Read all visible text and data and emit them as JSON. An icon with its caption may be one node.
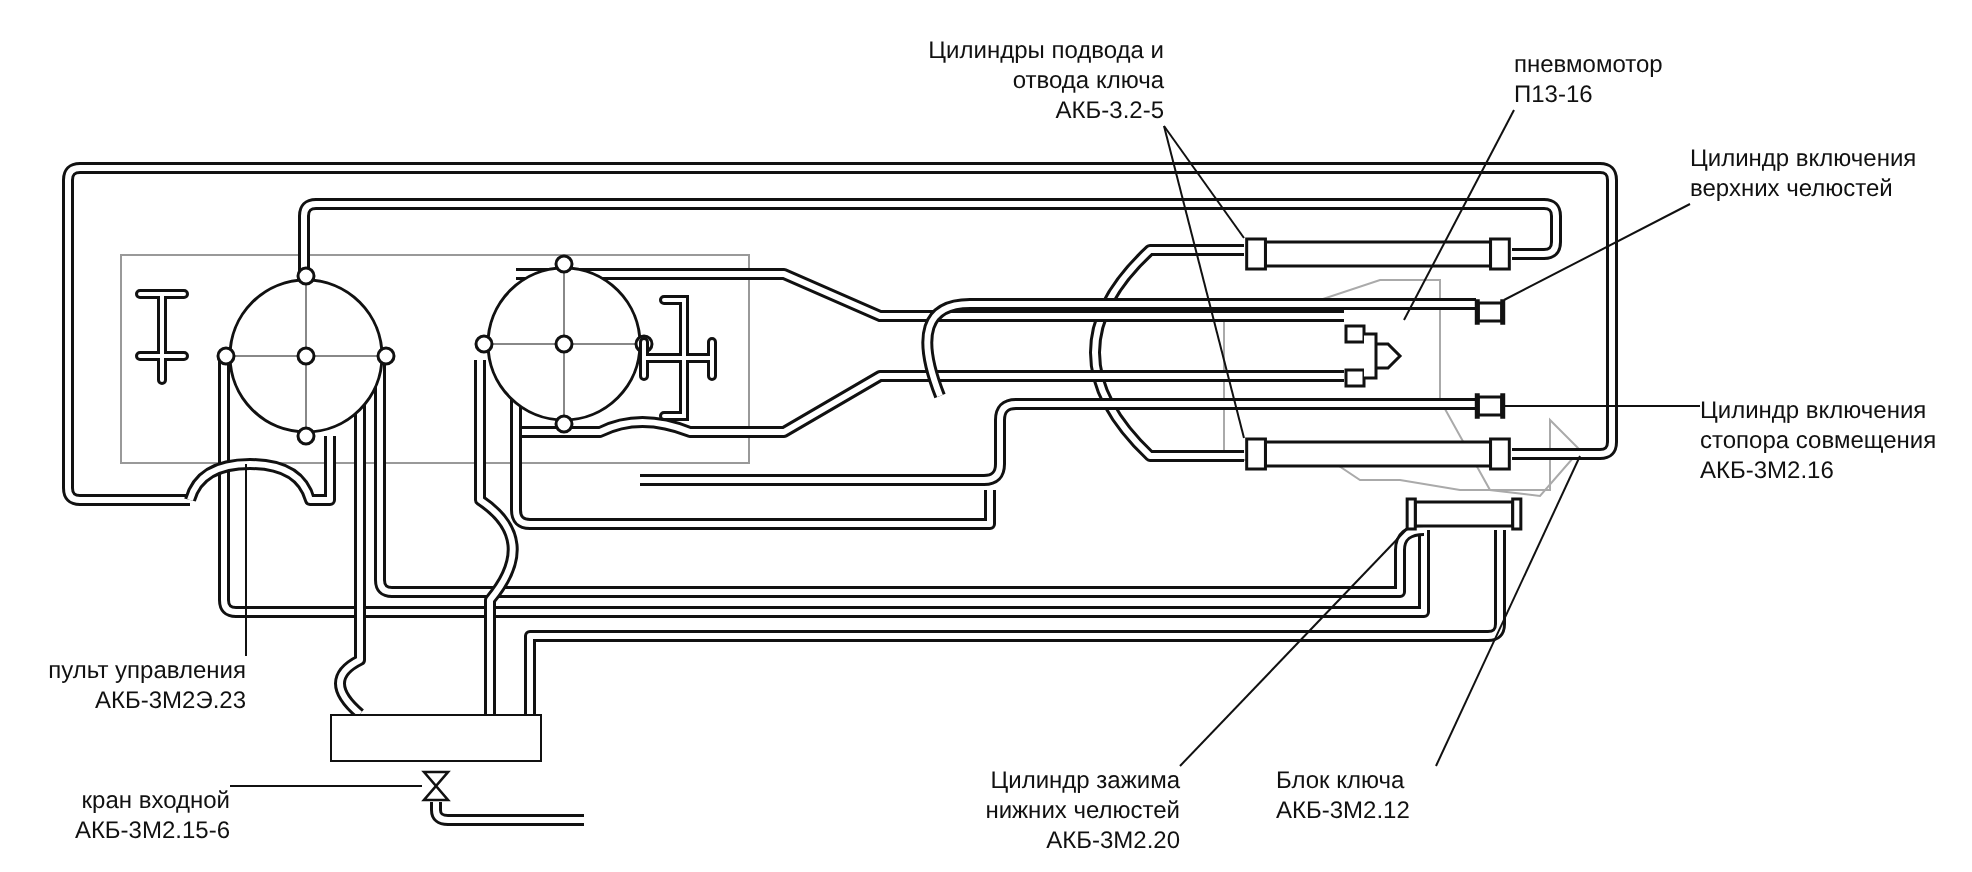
{
  "diagram": {
    "nodes": [
      {
        "text": [
          "Цилиндры подвода и отвода ключа АКБ-3.2-5"
        ]
      },
      {
        "text": [],
        "shape": "cylinder"
      },
      {
        "text": [],
        "shape": "cylinder"
      },
      {
        "text": [
          "пневмомотор П13-16"
        ]
      },
      {
        "text": [],
        "shape": "picture"
      },
      {
        "text": [
          "Цилиндр включения верхних челюстей"
        ]
      },
      {
        "text": [],
        "shape": "cylinder"
      },
      {
        "text": [
          "Цилиндр включения стопора совмещения АКБ-3М2.16"
        ]
      },
      {
        "text": [],
        "shape": "cylinder"
      },
      {
        "text": [
          "Блок ключа АКБ-3М2.12"
        ]
      },
      {
        "text": [
          "Цилиндр зажима нижних челюстей АКБ-3М2.20"
        ]
      },
      {
        "text": [],
        "shape": "cylinder"
      },
      {
        "text": [
          "пульт управления АКБ-3М2Э.23"
        ]
      },
      {
        "text": [
          "кран входной АКБ-3М2.15-6"
        ]
      },
      {
        "text": [],
        "shape": "valve"
      },
      {
        "text": [],
        "shape": "box"
      },
      {
        "text": [],
        "shape": "frame"
      }
    ],
    "edges": [
      {
        "from": 0,
        "to": 1,
        "arrow": "none"
      },
      {
        "from": 0,
        "to": 2,
        "arrow": "none"
      },
      {
        "from": 3,
        "to": 4,
        "arrow": "none"
      },
      {
        "from": 5,
        "to": 6,
        "arrow": "none"
      },
      {
        "from": 7,
        "to": 8,
        "arrow": "none"
      },
      {
        "from": 9,
        "to": null,
        "arrow": "none"
      },
      {
        "from": 10,
        "to": 11,
        "arrow": "none"
      },
      {
        "from": 12,
        "to": 16,
        "arrow": "none"
      },
      {
        "from": 13,
        "to": 14,
        "arrow": "none"
      }
    ]
  }
}
